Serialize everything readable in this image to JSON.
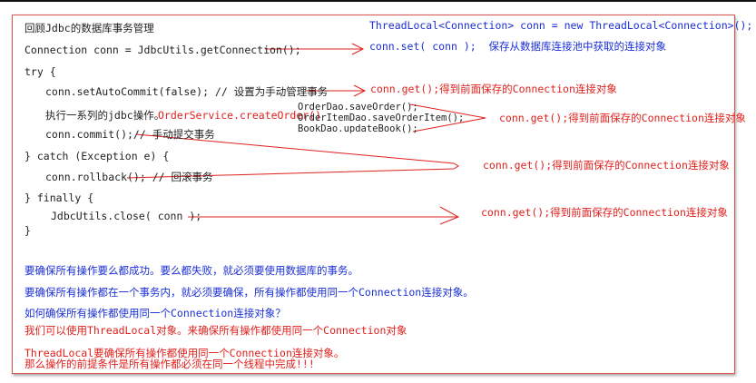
{
  "code": {
    "title": "回顾Jdbc的数据库事务管理",
    "get_connection": "Connection conn = JdbcUtils.getConnection();",
    "try_open": "try {",
    "set_auto_commit": "conn.setAutoCommit(false); // 设置为手动管理事务",
    "execute": "执行一系列的jdbc操作。",
    "order_service": "OrderService.createOrder()",
    "commit": "conn.commit();// 手动提交事务",
    "catch": "} catch (Exception e) {",
    "rollback": "conn.rollback(); // 回滚事务",
    "finally": "} finally {",
    "close": "JdbcUtils.close( conn );",
    "close_brace": "}"
  },
  "dao_calls": [
    "OrderDao.saveOrder();",
    "OrderItemDao.saveOrderItem();",
    "BookDao.updateBook();"
  ],
  "annotations": {
    "threadlocal_decl": "ThreadLocal<Connection> conn = new ThreadLocal<Connection>();",
    "conn_set": "conn.set( conn );  保存从数据库连接池中获取的连接对象",
    "conn_get_1": "conn.get();得到前面保存的Connection连接对象",
    "conn_get_2": "conn.get();得到前面保存的Connection连接对象",
    "conn_get_3": "conn.get();得到前面保存的Connection连接对象",
    "conn_get_4": "conn.get();得到前面保存的Connection连接对象"
  },
  "notes": [
    {
      "text": "要确保所有操作要么都成功。要么都失败，就必须要使用数据库的事务。",
      "color": "blue"
    },
    {
      "text": "要确保所有操作都在一个事务内，就必须要确保，所有操作都使用同一个Connection连接对象。",
      "color": "blue"
    },
    {
      "text": "如何确保所有操作都使用同一个Connection连接对象？",
      "color": "blue"
    },
    {
      "text": "我们可以使用ThreadLocal对象。来确保所有操作都使用同一个Connection对象",
      "color": "red"
    },
    {
      "text": "ThreadLocal要确保所有操作都使用同一个Connection连接对象。",
      "color": "red"
    },
    {
      "text": "那么操作的前提条件是所有操作都必须在同一个线程中完成!!!",
      "color": "red"
    }
  ],
  "colors": {
    "blue": "#1a2fd6",
    "red": "#e0201c",
    "border": "#d9534f"
  }
}
